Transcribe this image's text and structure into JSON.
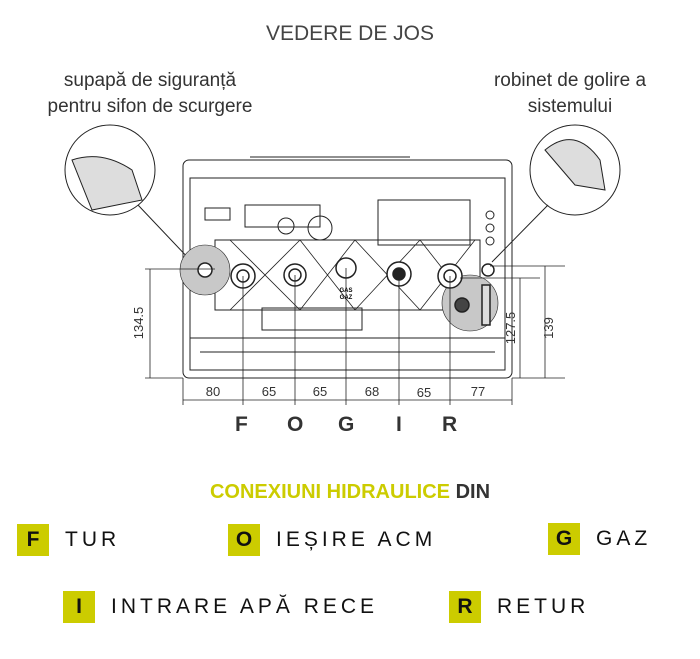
{
  "title": "VEDERE DE JOS",
  "callouts": {
    "left": [
      "supapă de siguranță",
      "pentru sifon de scurgere"
    ],
    "right": [
      "robinet de golire a",
      "sistemului"
    ]
  },
  "gas_label": [
    "GAS",
    "GAZ"
  ],
  "dimensions": {
    "horizontal": [
      "80",
      "65",
      "65",
      "68",
      "65",
      "77"
    ],
    "vertical_left": "134.5",
    "vertical_right": [
      "127.5",
      "139"
    ]
  },
  "connection_letters": [
    "F",
    "O",
    "G",
    "I",
    "R"
  ],
  "legend": {
    "heading_colored": "CONEXIUNI HIDRAULICE",
    "heading_dark": "DIN",
    "items": [
      {
        "code": "F",
        "label": "TUR"
      },
      {
        "code": "O",
        "label": "IEȘIRE ACM"
      },
      {
        "code": "G",
        "label": "GAZ"
      },
      {
        "code": "I",
        "label": "INTRARE APĂ RECE"
      },
      {
        "code": "R",
        "label": "RETUR"
      }
    ]
  },
  "colors": {
    "accent": "#cccc00",
    "dark": "#333333",
    "highlight_gray": "#c8c8c8"
  }
}
